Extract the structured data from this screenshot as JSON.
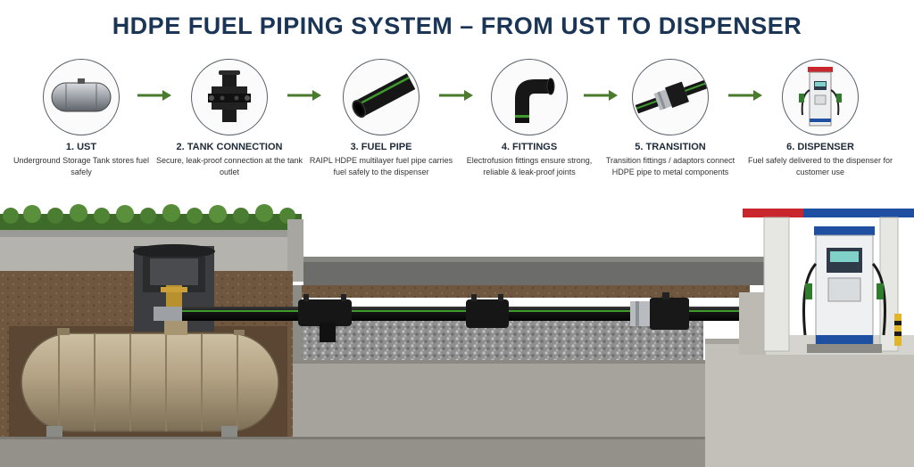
{
  "title": "HDPE FUEL PIPING SYSTEM – FROM UST TO DISPENSER",
  "steps": [
    {
      "label": "1. UST",
      "desc": "Underground Storage Tank stores fuel safely",
      "icon": "tank-icon"
    },
    {
      "label": "2. TANK CONNECTION",
      "desc": "Secure, leak-proof connection at the tank outlet",
      "icon": "flange-icon"
    },
    {
      "label": "3. FUEL PIPE",
      "desc": "RAIPL HDPE multilayer fuel pipe carries fuel safely to the dispenser",
      "icon": "pipe-icon"
    },
    {
      "label": "4. FITTINGS",
      "desc": "Electrofusion fittings ensure strong, reliable & leak-proof joints",
      "icon": "elbow-icon"
    },
    {
      "label": "5. TRANSITION",
      "desc": "Transition fittings / adaptors connect HDPE pipe to metal components",
      "icon": "adaptor-icon"
    },
    {
      "label": "6. DISPENSER",
      "desc": "Fuel safely delivered to the dispenser for customer use",
      "icon": "dispenser-icon"
    }
  ],
  "colors": {
    "title": "#1b3557",
    "arrow": "#4a7a2c",
    "pipe": "#1a1a1a",
    "stripe": "#3f9a2e",
    "canopy_red": "#c8262c",
    "canopy_blue": "#1f4fa0"
  }
}
